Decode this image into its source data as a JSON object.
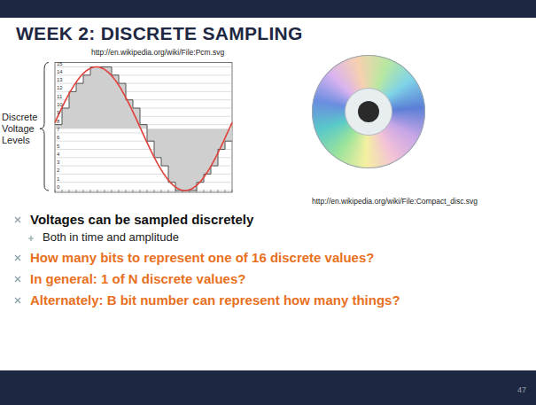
{
  "diagram": {
    "title": "WEEK 2: DISCRETE SAMPLING",
    "labels": [
      "http://en.wikipedia.org/wiki/File:Pcm.svg",
      "Discrete Voltage Levels",
      "15",
      "14",
      "13",
      "12",
      "11",
      "10",
      "9",
      "8",
      "7",
      "6",
      "5",
      "4",
      "3",
      "2",
      "1",
      "0",
      "http://en.wikipedia.org/wiki/File:Compact_disc.svg",
      "Voltages can be sampled discretely",
      "Both in time and amplitude",
      "How many bits to represent one of 16 discrete values?",
      "In general: 1 of N discrete values?",
      "Alternately: B bit number can represent how many things?",
      "47"
    ]
  }
}
